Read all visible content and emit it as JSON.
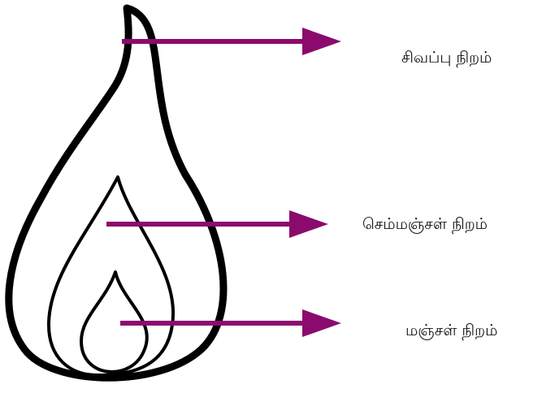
{
  "labels": {
    "outer": "சிவப்பு  நிறம்",
    "middle": "செம்மஞ்சள்  நிறம்",
    "inner": "மஞ்சள்  நிறம்"
  },
  "colors": {
    "arrow": "#8B0A6E",
    "flame_outline": "#000000",
    "background": "#ffffff"
  }
}
